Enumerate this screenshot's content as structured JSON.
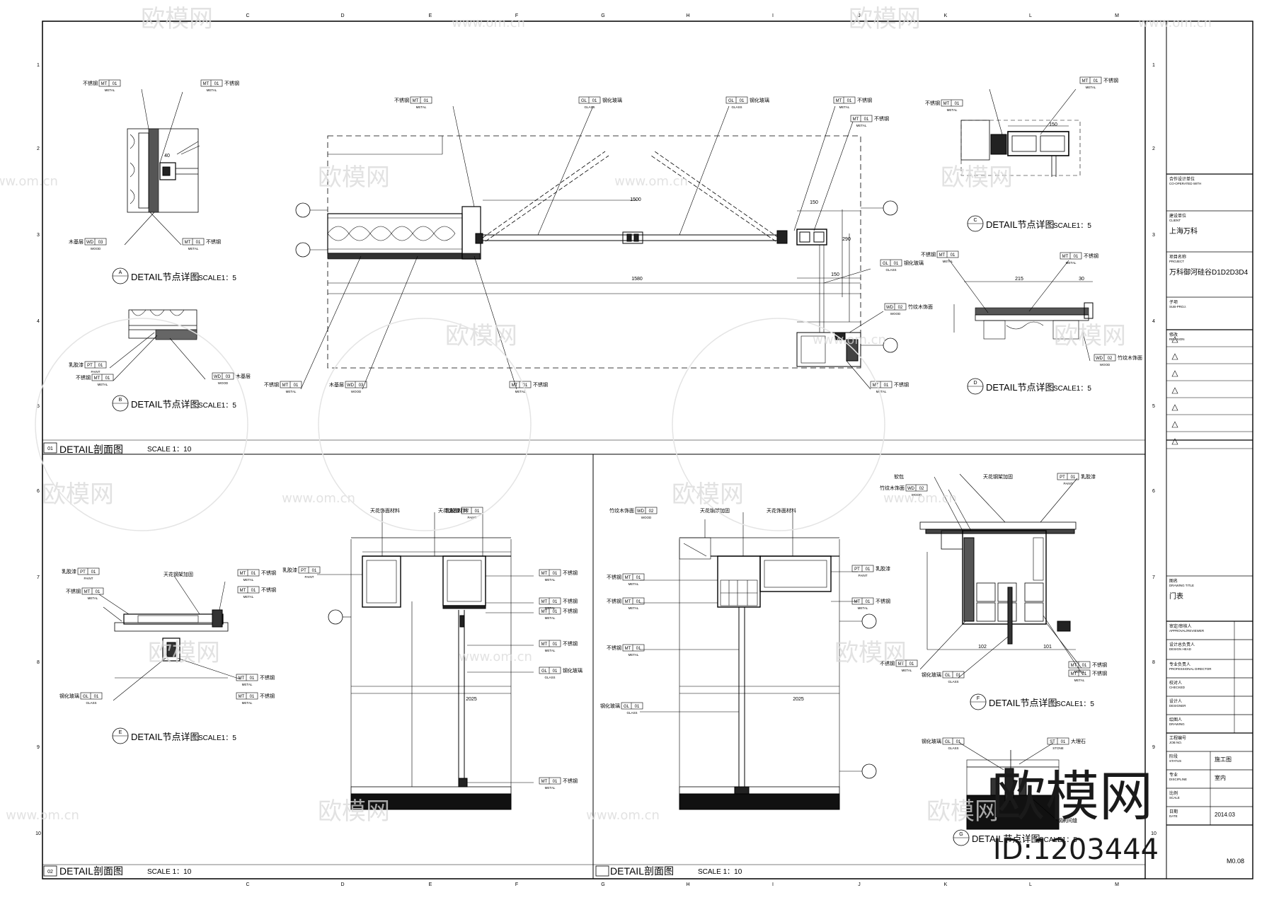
{
  "drawing": {
    "ruler_cols": [
      "C",
      "D",
      "E",
      "F",
      "G",
      "H",
      "I",
      "J",
      "K",
      "L",
      "M"
    ],
    "ruler_rows": [
      "1",
      "2",
      "3",
      "4",
      "5",
      "6",
      "7",
      "8",
      "9",
      "10"
    ],
    "panel_top": {
      "num": "01",
      "title": "DETAIL剖面图",
      "scale": "SCALE 1：10"
    },
    "panel_bl": {
      "num": "02",
      "title": "DETAIL剖面图",
      "scale": "SCALE 1：10"
    },
    "panel_br": {
      "title": "DETAIL剖面图",
      "scale": "SCALE 1：10"
    },
    "details": [
      {
        "key": "A",
        "title": "DETAIL节点详图",
        "scale": "SCALE1：5"
      },
      {
        "key": "B",
        "title": "DETAIL节点详图",
        "scale": "SCALE1：5"
      },
      {
        "key": "C",
        "title": "DETAIL节点详图",
        "scale": "SCALE1：5"
      },
      {
        "key": "D",
        "title": "DETAIL节点详图",
        "scale": "SCALE1：5"
      },
      {
        "key": "E",
        "title": "DETAIL节点详图",
        "scale": "SCALE1：5"
      },
      {
        "key": "F",
        "title": "DETAIL节点详图",
        "scale": "SCALE1：5"
      },
      {
        "key": "G",
        "title": "DETAIL节点详图",
        "scale": "SCALE1：5"
      }
    ],
    "callouts": {
      "metal_ss": "不锈钢",
      "metal_mt": "MT",
      "code_01": "01",
      "code_02": "02",
      "code_03": "03",
      "metal": "METAL",
      "wood": "WOOD",
      "glass": "GLASS",
      "paint": "PAINT",
      "stone": "STONE",
      "wood_base": "木基层",
      "tempered_glass": "钢化玻璃",
      "bamboo": "竹纹木饰面",
      "latex": "乳胶漆",
      "marble": "大理石",
      "gl": "GL",
      "wd": "WD",
      "pt": "PT",
      "st": "ST",
      "ceiling_frame": "天花钢架加固",
      "ceiling_finish": "天花饰面材料",
      "grout": "钢刷间缝",
      "soft_pad": "软包"
    },
    "dims": [
      "40",
      "150",
      "1580",
      "1500",
      "290",
      "2025",
      "215",
      "102",
      "101",
      "30"
    ]
  },
  "title_block": {
    "cooperated_cn": "合作设计单位",
    "cooperated_en": "CO-OPERATED WITH",
    "client_cn": "建设单位",
    "client_en": "CLIENT",
    "client_val": "上海万科",
    "project_cn": "项目名称",
    "project_en": "PROJECT",
    "project_val": "万科御河硅谷D1D2D3D4",
    "subproj_cn": "子项",
    "subproj_en": "SUB-PROJ.",
    "revision_cn": "修改",
    "revision_en": "REVISION",
    "title_cn": "图名",
    "title_en": "DRAWING TITLE",
    "title_val": "门表",
    "approval_cn": "审定/审核人",
    "approval_en": "APPROVAL/REVIEWER",
    "design_head_cn": "设计总负责人",
    "design_head_en": "DESIGN HEAD",
    "prof_dir_cn": "专业负责人",
    "prof_dir_en": "PROFESSIONAL DIRECTOR",
    "checked_cn": "校对人",
    "checked_en": "CHECKED",
    "designer_cn": "设计人",
    "designer_en": "DESIGNER",
    "drawing_cn": "绘图人",
    "drawing_en": "DRAWING",
    "job_cn": "工程编号",
    "job_en": "JOB NO.",
    "status_cn": "阶段",
    "status_en": "STATUS",
    "status_val": "施工图",
    "discipline_cn": "专业",
    "discipline_en": "DISCIPLINE",
    "discipline_val": "室内",
    "scale_cn": "比例",
    "scale_en": "SCALE",
    "date_cn": "日期",
    "date_en": "DATE",
    "date_val": "2014.03",
    "sheet_val": "M0.08"
  },
  "watermark": {
    "brand": "欧模网",
    "url": "www.om.cn",
    "big_brand": "欧模网",
    "id": "ID:1203444"
  }
}
